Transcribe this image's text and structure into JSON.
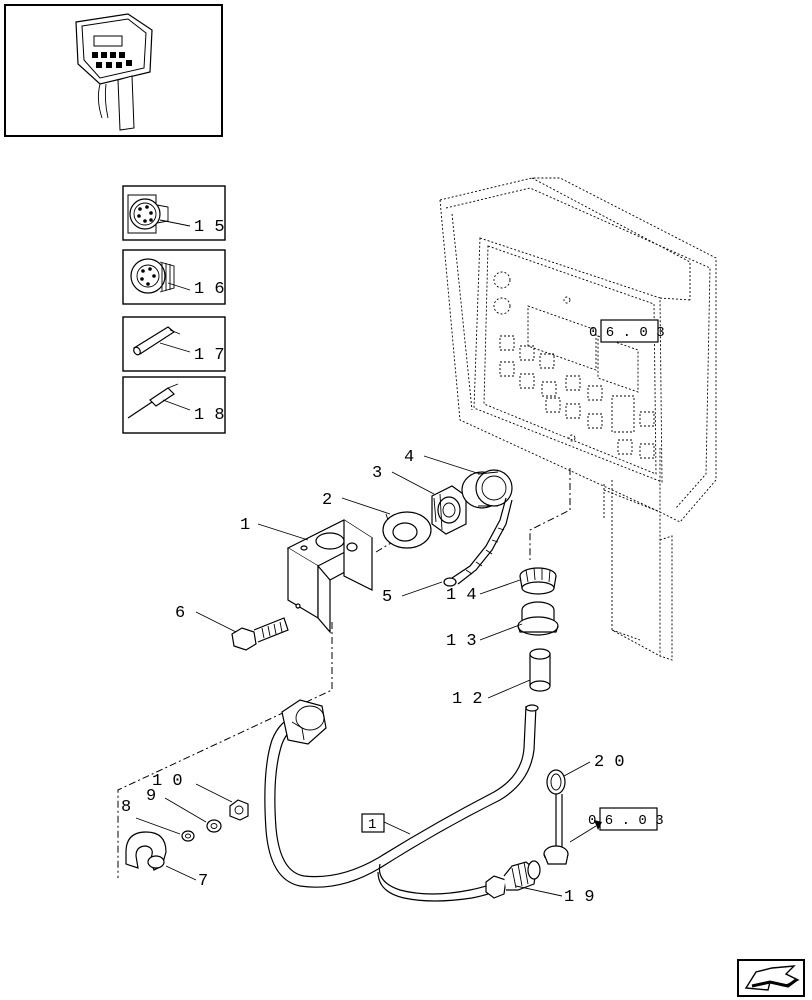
{
  "callouts": {
    "c1": "1",
    "c2": "2",
    "c3": "3",
    "c4": "4",
    "c5": "5",
    "c6": "6",
    "c7": "7",
    "c8": "8",
    "c9": "9",
    "c10": "1 0",
    "c12": "1 2",
    "c13": "1 3",
    "c14": "1 4",
    "c15": "1 5",
    "c16": "1 6",
    "c17": "1 7",
    "c18": "1 8",
    "c19": "1 9",
    "c20": "2 0"
  },
  "references": {
    "ref_monitor": "0 6 . 0 3",
    "ref_cap": "0 6 . 0 3",
    "ref_harness": "1"
  },
  "icons": {
    "thumbnail": "monitor-thumbnail-icon",
    "nav": "previous-page-arrow-icon"
  }
}
